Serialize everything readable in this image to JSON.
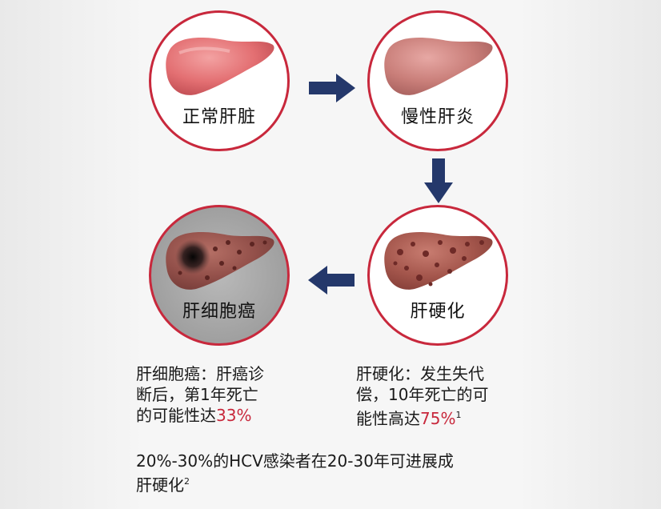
{
  "stages": [
    {
      "label": "正常肝脏"
    },
    {
      "label": "慢性肝炎"
    },
    {
      "label": "肝硬化"
    },
    {
      "label": "肝细胞癌"
    }
  ],
  "descriptions": {
    "cancer": {
      "line1": "肝细胞癌：肝癌诊",
      "line2": "断后，第1年死亡",
      "line3_prefix": "的可能性达",
      "highlight": "33%"
    },
    "cirrhosis": {
      "line1": "肝硬化：发生失代",
      "line2": "偿，10年死亡的可",
      "line3_prefix": "能性高达",
      "highlight": "75%",
      "sup": "1"
    }
  },
  "footer": {
    "line1": "20%-30%的HCV感染者在20-30年可进展成",
    "line2": "肝硬化",
    "sup": "2"
  },
  "colors": {
    "ring": "#c8283c",
    "arrow": "#24386b",
    "highlight": "#c8283c"
  }
}
